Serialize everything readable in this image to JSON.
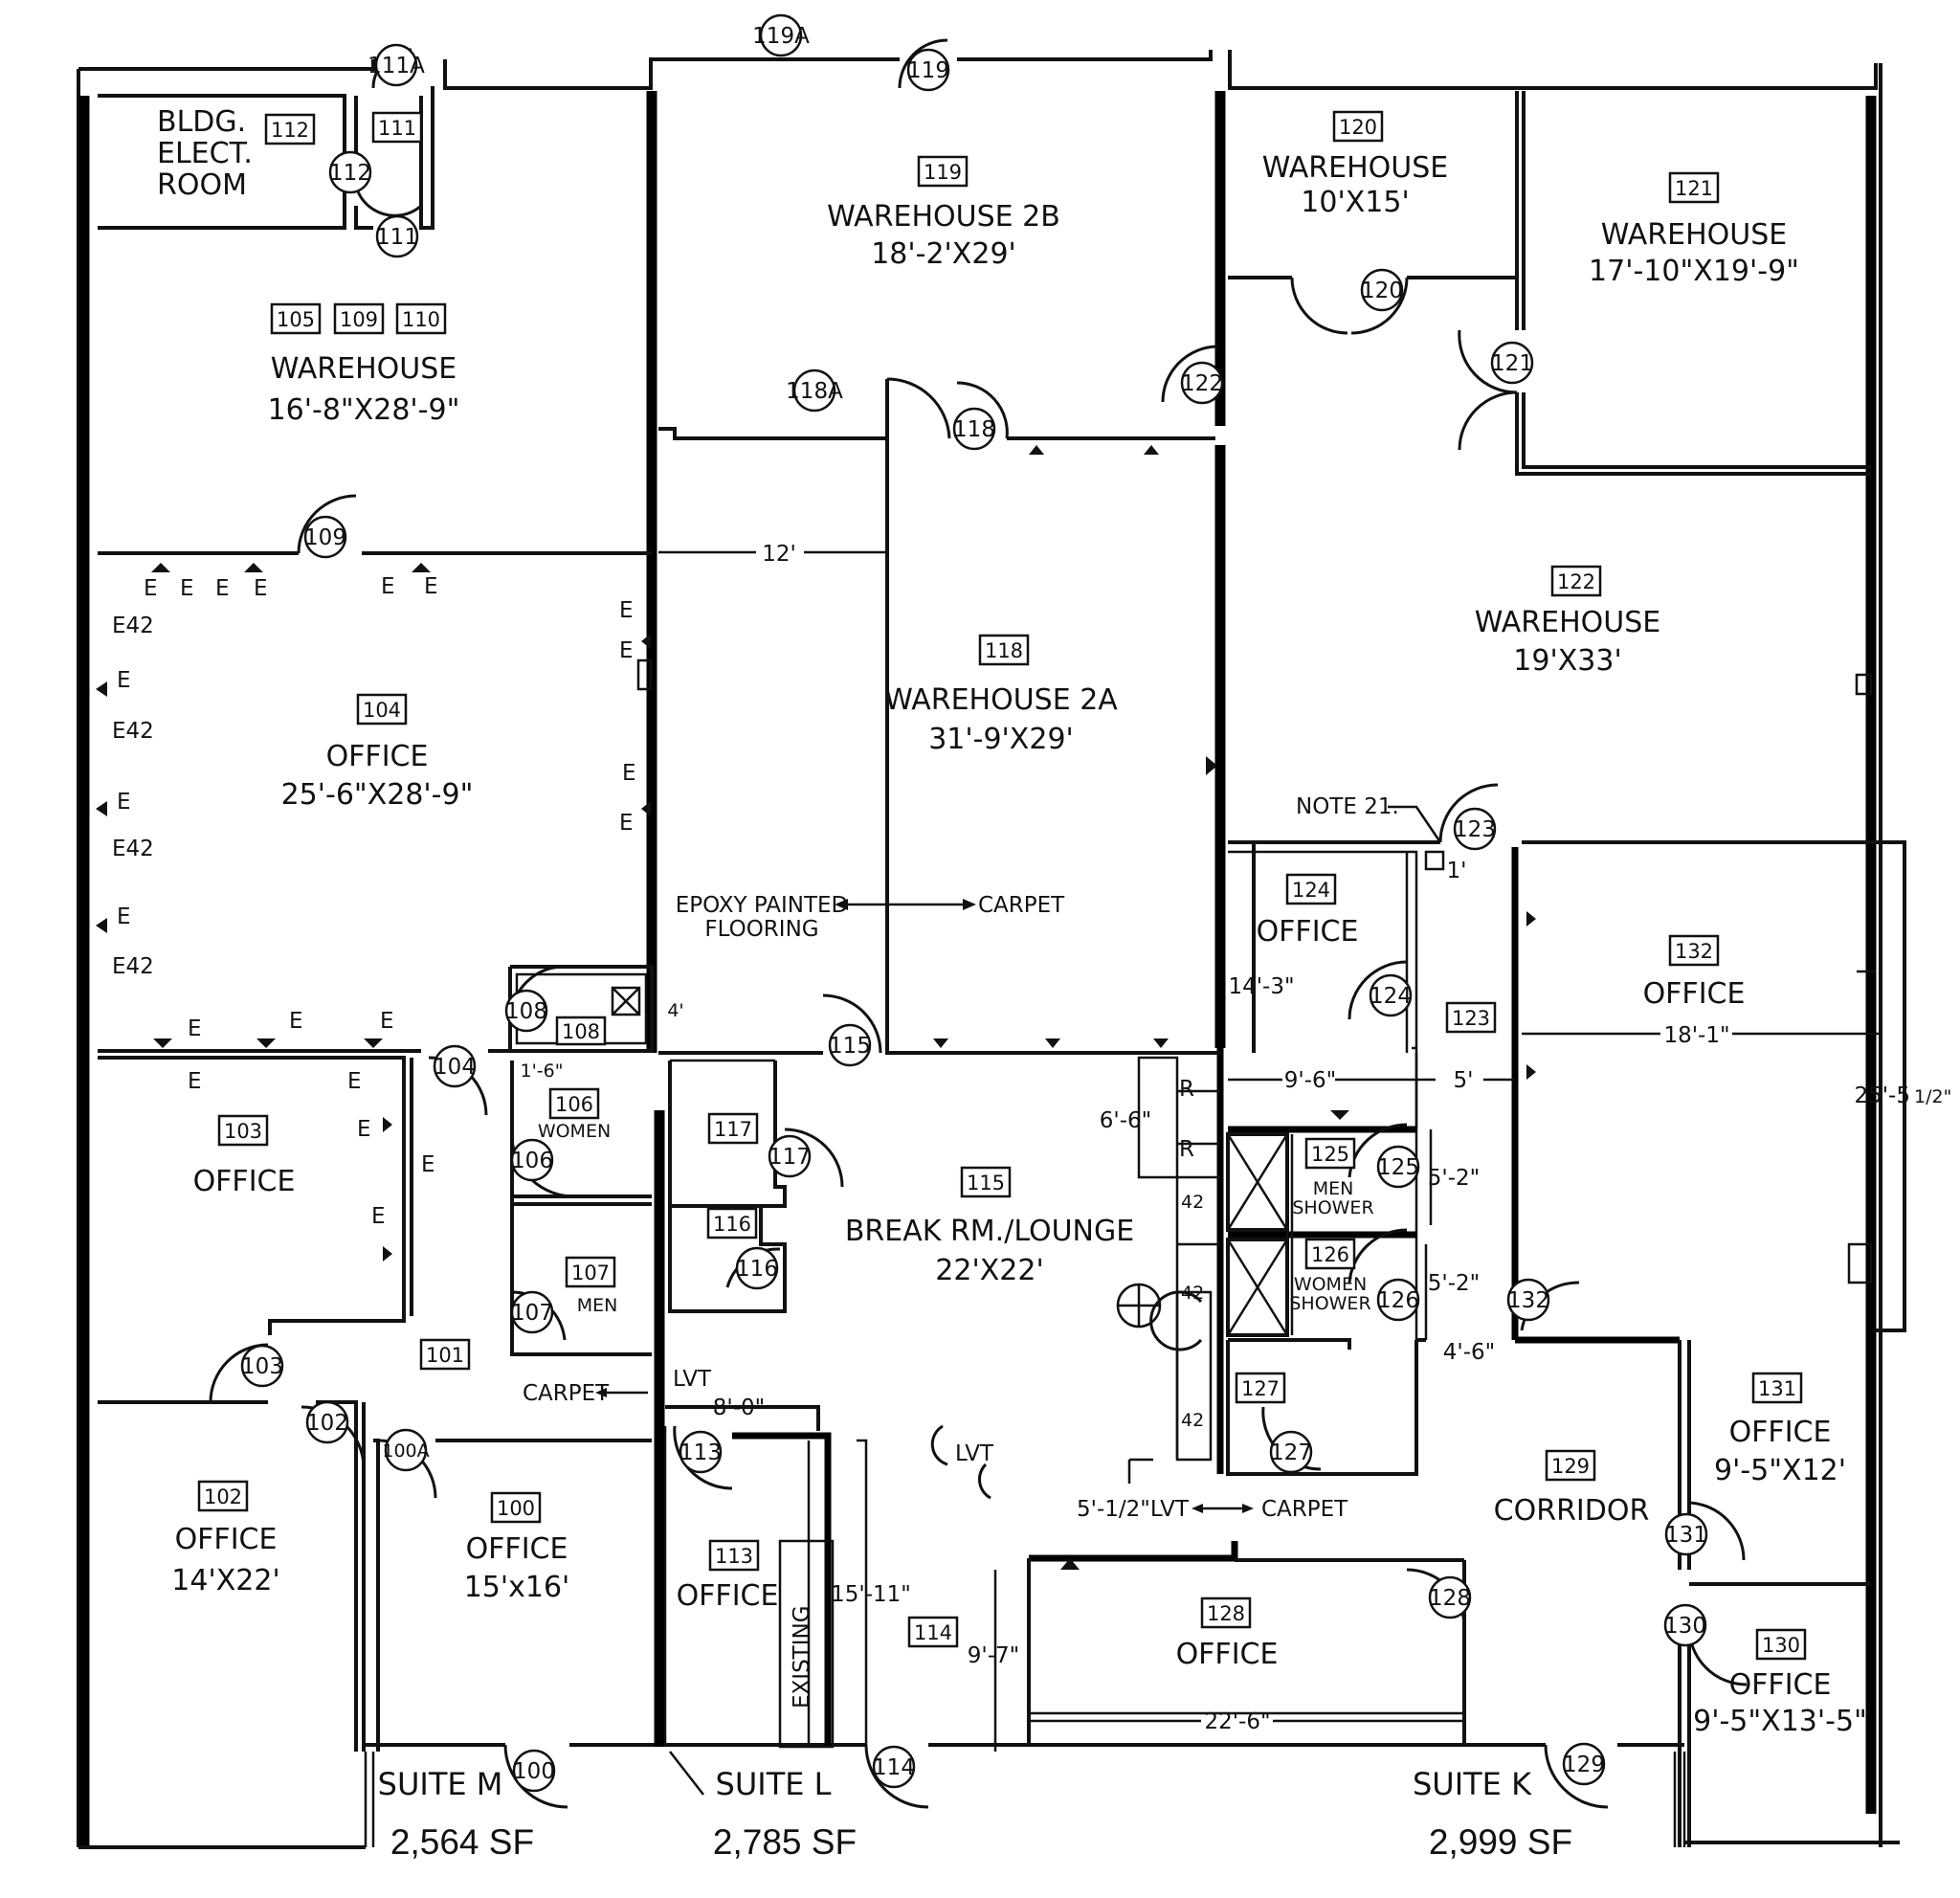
{
  "rooms": {
    "r112": {
      "num": "112",
      "name1": "BLDG.",
      "name2": "ELECT.",
      "name3": "ROOM"
    },
    "r111": {
      "num": "111"
    },
    "r105": {
      "nums": [
        "105",
        "109",
        "110"
      ],
      "name": "WAREHOUSE",
      "dim": "16'-8\"X28'-9\""
    },
    "r119": {
      "num": "119",
      "name": "WAREHOUSE 2B",
      "dim": "18'-2'X29'"
    },
    "r120": {
      "num": "120",
      "name": "WAREHOUSE",
      "dim": "10'X15'"
    },
    "r121": {
      "num": "121",
      "name": "WAREHOUSE",
      "dim": "17'-10\"X19'-9\""
    },
    "r104": {
      "num": "104",
      "name": "OFFICE",
      "dim": "25'-6\"X28'-9\""
    },
    "r118": {
      "num": "118",
      "name": "WAREHOUSE 2A",
      "dim": "31'-9'X29'"
    },
    "r122": {
      "num": "122",
      "name": "WAREHOUSE",
      "dim": "19'X33'"
    },
    "r124": {
      "num": "124",
      "name": "OFFICE"
    },
    "r123": {
      "num": "123"
    },
    "r132": {
      "num": "132",
      "name": "OFFICE"
    },
    "r108": {
      "num": "108"
    },
    "r103": {
      "num": "103",
      "name": "OFFICE"
    },
    "r106": {
      "num": "106",
      "name": "WOMEN"
    },
    "r117": {
      "num": "117"
    },
    "r115": {
      "num": "115",
      "name": "BREAK RM./LOUNGE",
      "dim": "22'X22'"
    },
    "r125": {
      "num": "125",
      "name1": "MEN",
      "name2": "SHOWER"
    },
    "r126": {
      "num": "126",
      "name1": "WOMEN",
      "name2": "SHOWER"
    },
    "r116": {
      "num": "116"
    },
    "r107": {
      "num": "107",
      "name": "MEN"
    },
    "r101": {
      "num": "101"
    },
    "r127": {
      "num": "127"
    },
    "r131": {
      "num": "131",
      "name": "OFFICE",
      "dim": "9'-5\"X12'"
    },
    "r129": {
      "num": "129",
      "name": "CORRIDOR"
    },
    "r102": {
      "num": "102",
      "name": "OFFICE",
      "dim": "14'X22'"
    },
    "r100": {
      "num": "100",
      "name": "OFFICE",
      "dim": "15'x16'"
    },
    "r113": {
      "num": "113",
      "name": "OFFICE"
    },
    "r114": {
      "num": "114"
    },
    "r128": {
      "num": "128",
      "name": "OFFICE"
    },
    "r130": {
      "num": "130",
      "name": "OFFICE",
      "dim": "9'-5\"X13'-5\""
    }
  },
  "doors": [
    "111A",
    "119A",
    "119",
    "112",
    "111",
    "120",
    "121",
    "122",
    "118A",
    "118",
    "109",
    "123",
    "124",
    "108",
    "104",
    "115",
    "106",
    "117",
    "125",
    "126",
    "116",
    "107",
    "132",
    "103",
    "102",
    "100A",
    "113",
    "127",
    "131",
    "128",
    "130",
    "100",
    "114",
    "129"
  ],
  "dimensions": {
    "d12": "12'",
    "d14_3": "14'-3\"",
    "d1": "1'",
    "d18_1": "18'-1\"",
    "d25_5": "25'-5",
    "d25_5_frac": "1/2\"",
    "d9_6": "9'-6\"",
    "d5": "5'",
    "d6_6": "6'-6\"",
    "d5_2a": "5'-2\"",
    "d5_2b": "5'-2\"",
    "d4_6": "4'-6\"",
    "d1_6": "1'-6\"",
    "d4": "4'",
    "d8_0": "8'-0\"",
    "d15_11": "15'-11\"",
    "d9_7": "9'-7\"",
    "d22_6": "22'-6\""
  },
  "notes": {
    "note21": "NOTE 21.",
    "epoxy1": "EPOXY PAINTED",
    "epoxy2": "FLOORING",
    "carpet_mid": "CARPET",
    "carpet_left": "CARPET",
    "lvt_top": "LVT",
    "lvt_center": "LVT",
    "lvt_transition": "5'-1/2\"LVT",
    "carpet_right": "CARPET",
    "existing": "EXISTING"
  },
  "electrical": {
    "e": "E",
    "e42": "E42",
    "r": "R",
    "n42": "42"
  },
  "suites": [
    {
      "name": "SUITE M",
      "area": "2,564 SF"
    },
    {
      "name": "SUITE L",
      "area": "2,785 SF"
    },
    {
      "name": "SUITE K",
      "area": "2,999 SF"
    }
  ]
}
